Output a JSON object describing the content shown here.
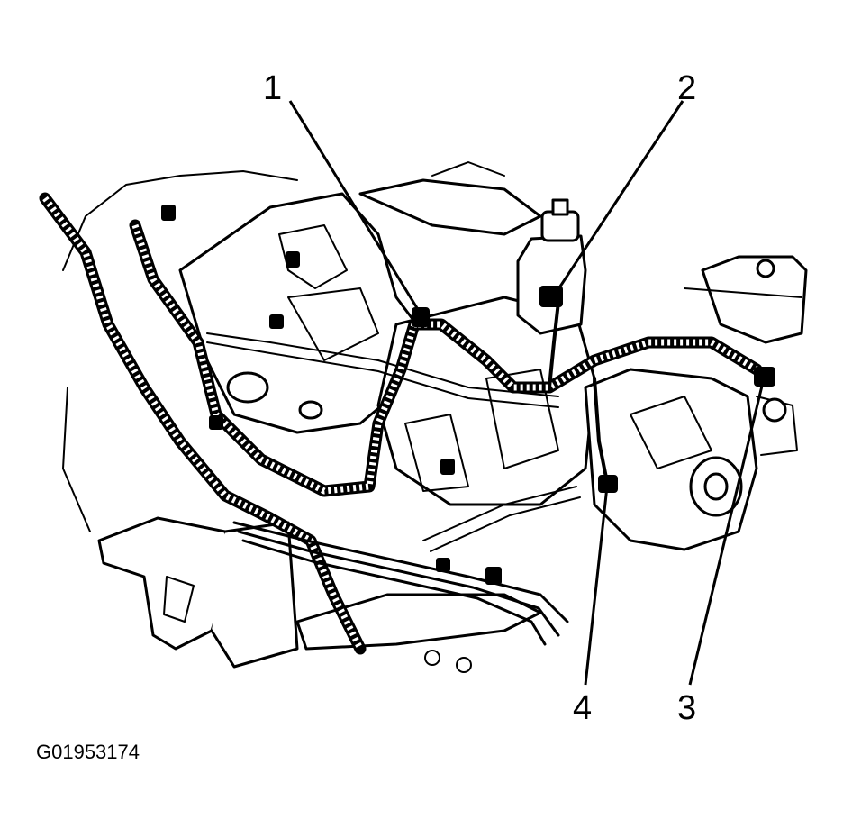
{
  "figure_code": "G01953174",
  "callouts": [
    {
      "number": "1"
    },
    {
      "number": "2"
    },
    {
      "number": "3"
    },
    {
      "number": "4"
    }
  ]
}
